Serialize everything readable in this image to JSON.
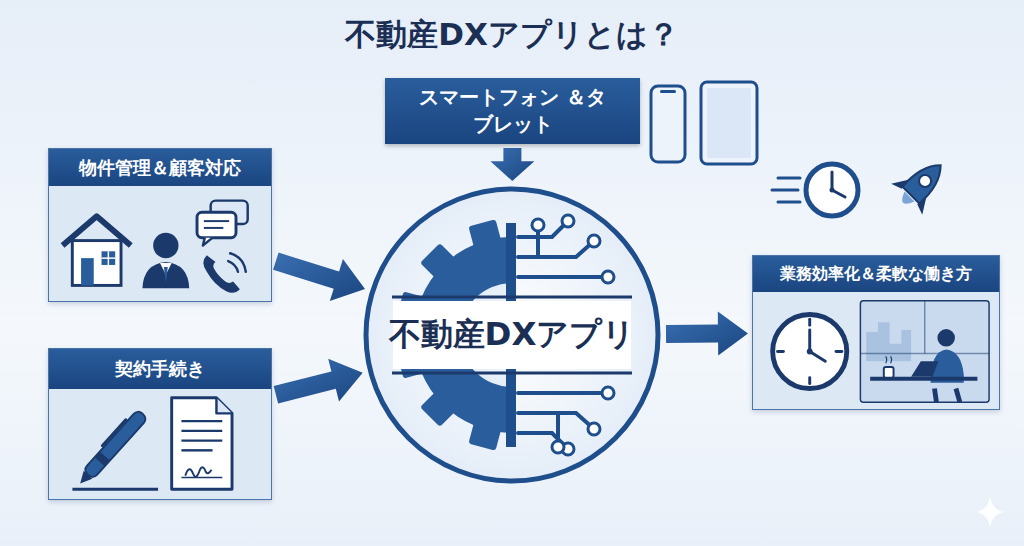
{
  "diagram": {
    "title": "不動産DXアプリとは？",
    "nodes": [
      {
        "text": [
          "スマートフォン ＆タブレット"
        ]
      },
      {
        "text": [
          "物件管理＆顧客対応"
        ]
      },
      {
        "text": [
          "契約手続き"
        ]
      },
      {
        "text": [
          "不動産DXアプリ"
        ]
      },
      {
        "text": [
          "業務効率化＆柔軟な働き方"
        ]
      }
    ],
    "edges": [
      {
        "from": 0,
        "to": 3,
        "arrow": "to"
      },
      {
        "from": 1,
        "to": 3,
        "arrow": "to"
      },
      {
        "from": 2,
        "to": 3,
        "arrow": "to"
      },
      {
        "from": 3,
        "to": 4,
        "arrow": "to"
      }
    ]
  }
}
